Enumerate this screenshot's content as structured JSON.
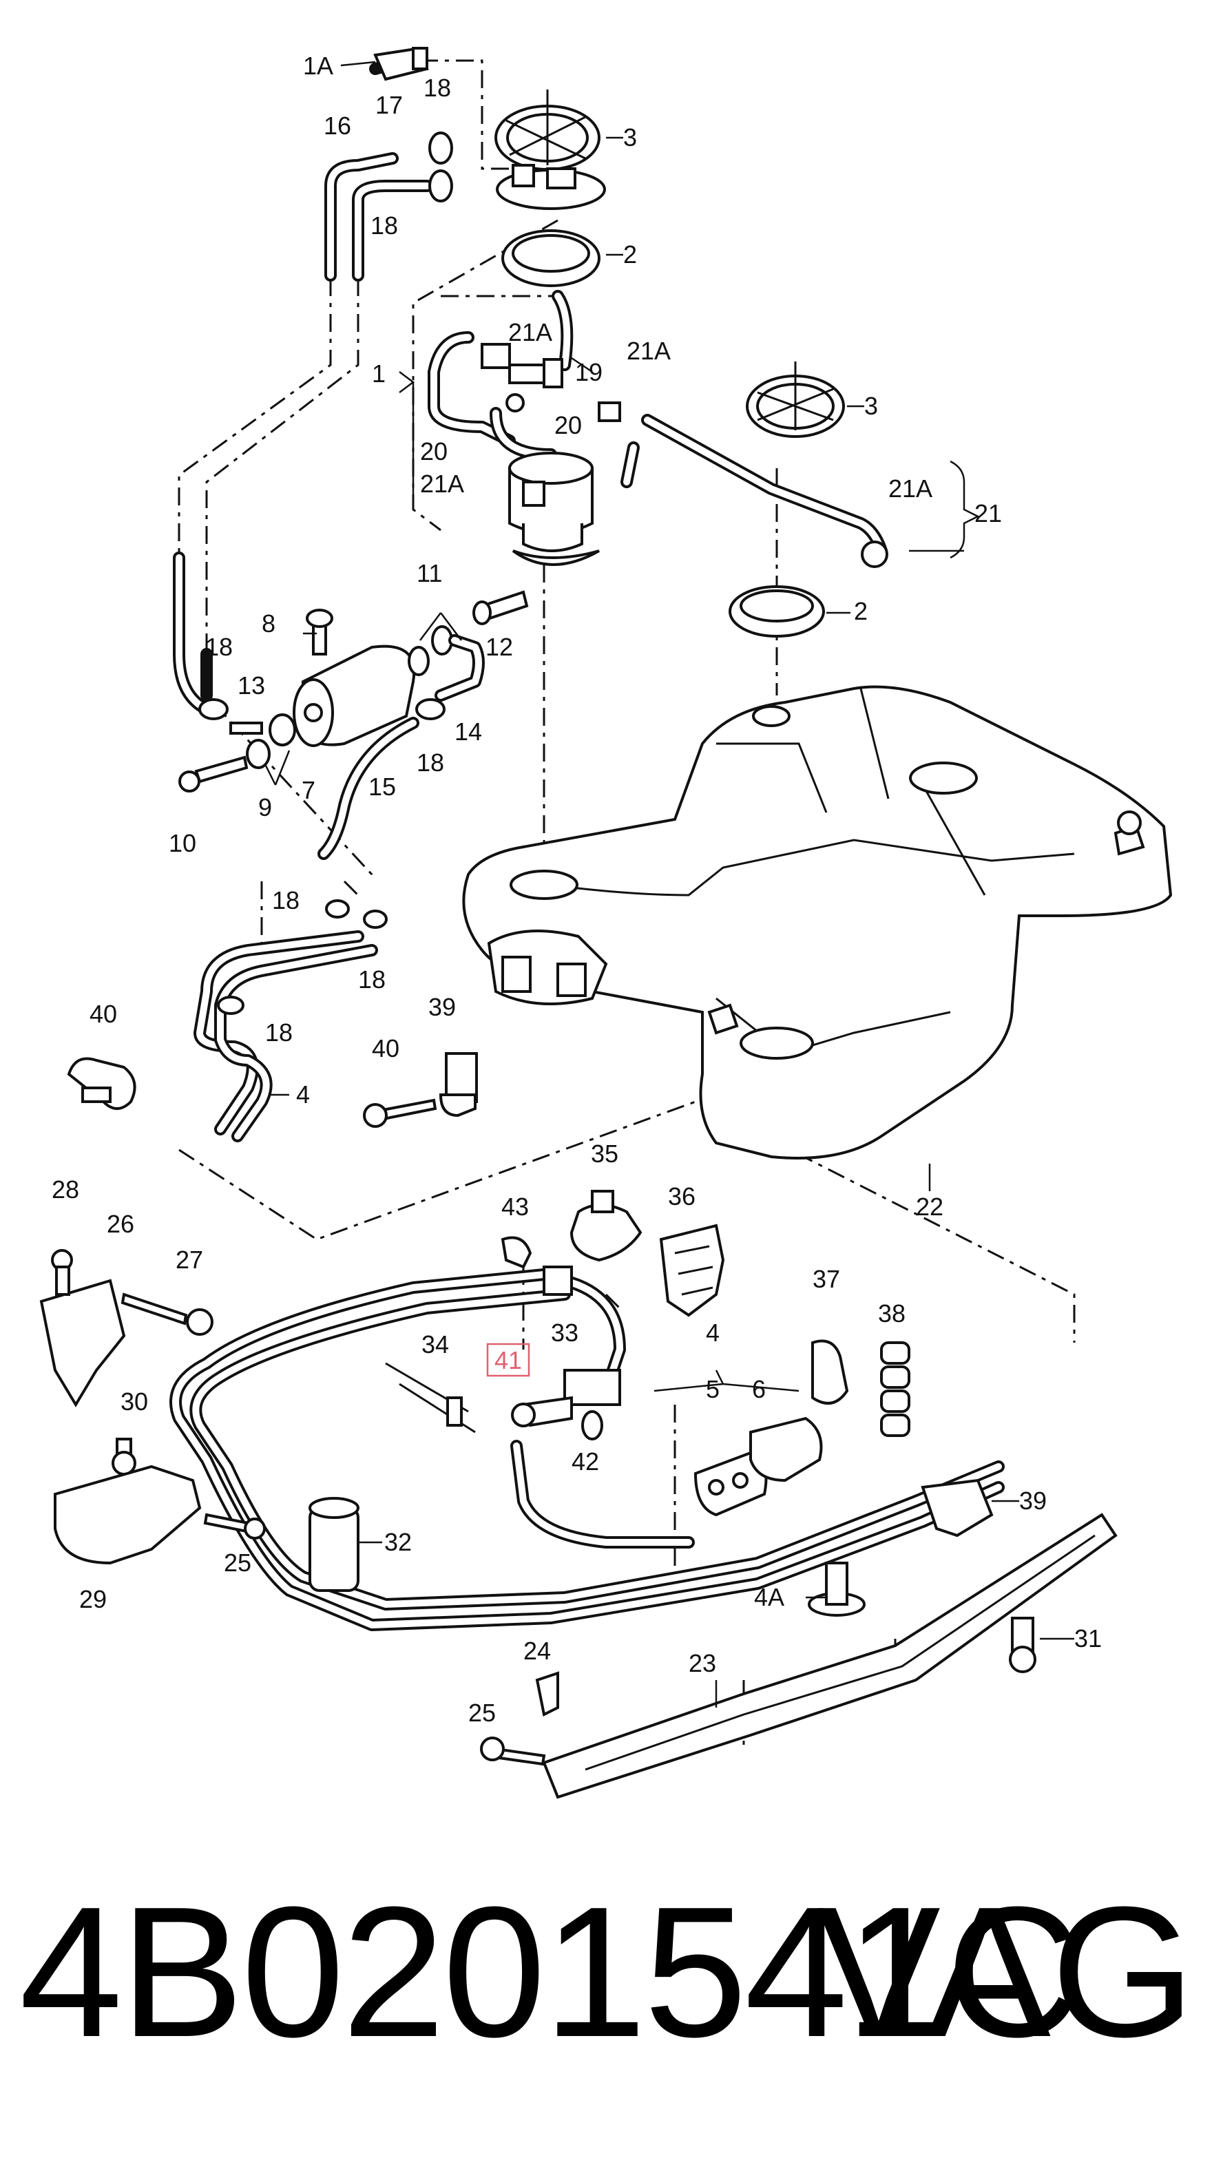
{
  "diagram": {
    "labels": [
      {
        "id": "1A",
        "text": "1A"
      },
      {
        "id": "16",
        "text": "16"
      },
      {
        "id": "17",
        "text": "17"
      },
      {
        "id": "18a",
        "text": "18"
      },
      {
        "id": "18b",
        "text": "18"
      },
      {
        "id": "3a",
        "text": "3"
      },
      {
        "id": "2a",
        "text": "2"
      },
      {
        "id": "21Aa",
        "text": "21A"
      },
      {
        "id": "19",
        "text": "19"
      },
      {
        "id": "1",
        "text": "1"
      },
      {
        "id": "20a",
        "text": "20"
      },
      {
        "id": "20b",
        "text": "20"
      },
      {
        "id": "21Ab",
        "text": "21A"
      },
      {
        "id": "21Ac",
        "text": "21A"
      },
      {
        "id": "3b",
        "text": "3"
      },
      {
        "id": "21Ad",
        "text": "21A"
      },
      {
        "id": "21",
        "text": "21"
      },
      {
        "id": "2b",
        "text": "2"
      },
      {
        "id": "11",
        "text": "11"
      },
      {
        "id": "8",
        "text": "8"
      },
      {
        "id": "12",
        "text": "12"
      },
      {
        "id": "18c",
        "text": "18"
      },
      {
        "id": "13",
        "text": "13"
      },
      {
        "id": "14",
        "text": "14"
      },
      {
        "id": "18d",
        "text": "18"
      },
      {
        "id": "9",
        "text": "9"
      },
      {
        "id": "7",
        "text": "7"
      },
      {
        "id": "15",
        "text": "15"
      },
      {
        "id": "10",
        "text": "10"
      },
      {
        "id": "18e",
        "text": "18"
      },
      {
        "id": "18f",
        "text": "18"
      },
      {
        "id": "18g",
        "text": "18"
      },
      {
        "id": "40a",
        "text": "40"
      },
      {
        "id": "39a",
        "text": "39"
      },
      {
        "id": "40b",
        "text": "40"
      },
      {
        "id": "4a",
        "text": "4"
      },
      {
        "id": "22",
        "text": "22"
      },
      {
        "id": "35",
        "text": "35"
      },
      {
        "id": "36",
        "text": "36"
      },
      {
        "id": "43",
        "text": "43"
      },
      {
        "id": "28",
        "text": "28"
      },
      {
        "id": "26",
        "text": "26"
      },
      {
        "id": "27",
        "text": "27"
      },
      {
        "id": "37",
        "text": "37"
      },
      {
        "id": "38",
        "text": "38"
      },
      {
        "id": "34",
        "text": "34"
      },
      {
        "id": "33",
        "text": "33"
      },
      {
        "id": "4b",
        "text": "4"
      },
      {
        "id": "41",
        "text": "41"
      },
      {
        "id": "5",
        "text": "5"
      },
      {
        "id": "6",
        "text": "6"
      },
      {
        "id": "42",
        "text": "42"
      },
      {
        "id": "30",
        "text": "30"
      },
      {
        "id": "39b",
        "text": "39"
      },
      {
        "id": "32",
        "text": "32"
      },
      {
        "id": "25a",
        "text": "25"
      },
      {
        "id": "29",
        "text": "29"
      },
      {
        "id": "4A",
        "text": "4A"
      },
      {
        "id": "24",
        "text": "24"
      },
      {
        "id": "23",
        "text": "23"
      },
      {
        "id": "31",
        "text": "31"
      },
      {
        "id": "25b",
        "text": "25"
      }
    ],
    "highlight_color": "#e06070"
  },
  "footer": {
    "part_number": "4B0201541C",
    "brand": "VAG"
  }
}
